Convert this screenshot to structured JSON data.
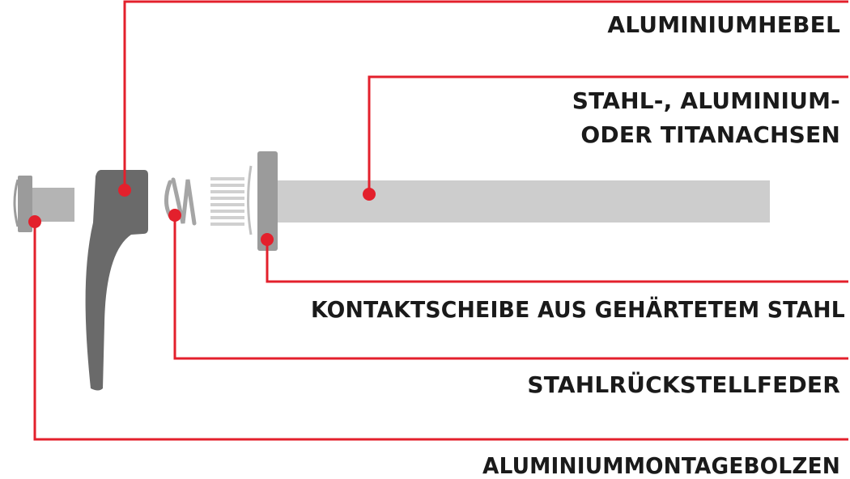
{
  "labels": {
    "lever": "ALUMINIUMHEBEL",
    "axle_line1": "STAHL-, ALUMINIUM-",
    "axle_line2": "ODER TITANACHSEN",
    "washer": "KONTAKTSCHEIBE AUS GEHÄRTETEM STAHL",
    "spring": "STAHLRÜCKSTELLFEDER",
    "bolt": "ALUMINIUMMONTAGEBOLZEN"
  },
  "colors": {
    "leader": "#e3202c",
    "part_dark": "#6a6a6a",
    "part_mid": "#9b9b9b",
    "part_light": "#c9c9c9",
    "text": "#1a1a1a"
  }
}
